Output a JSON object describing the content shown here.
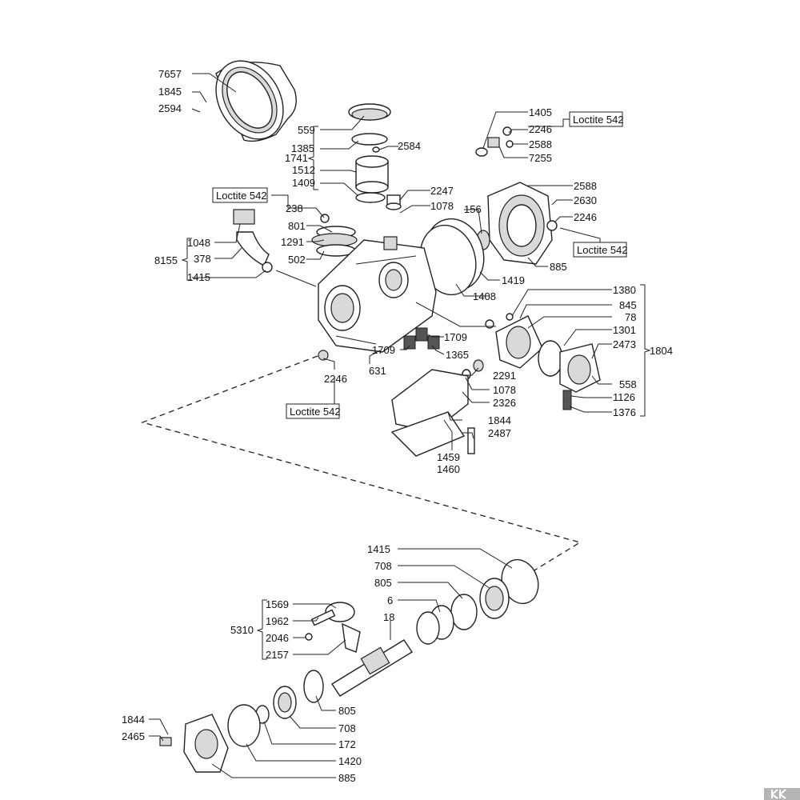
{
  "diagram": {
    "callouts": [
      "7657",
      "1845",
      "2594",
      "559",
      "1385",
      "2584",
      "1741",
      "1512",
      "1409",
      "1405",
      "2246",
      "2588",
      "7255",
      "2588",
      "2630",
      "2246",
      "885",
      "Loctite 542",
      "Loctite 542",
      "238",
      "801",
      "1291",
      "502",
      "2247",
      "1078",
      "156",
      "1048",
      "378",
      "8155",
      "1415",
      "1419",
      "1408",
      "1380",
      "845",
      "78",
      "1301",
      "2473",
      "1804",
      "558",
      "1126",
      "1376",
      "1709",
      "1709",
      "1365",
      "2291",
      "1078",
      "2326",
      "631",
      "2246",
      "Loctite 542",
      "1844",
      "2487",
      "1459",
      "1460",
      "1415",
      "708",
      "805",
      "6",
      "18",
      "1569",
      "1962",
      "5310",
      "2046",
      "2157",
      "805",
      "708",
      "172",
      "1420",
      "885",
      "1844",
      "2465",
      "Loctite 542"
    ]
  }
}
